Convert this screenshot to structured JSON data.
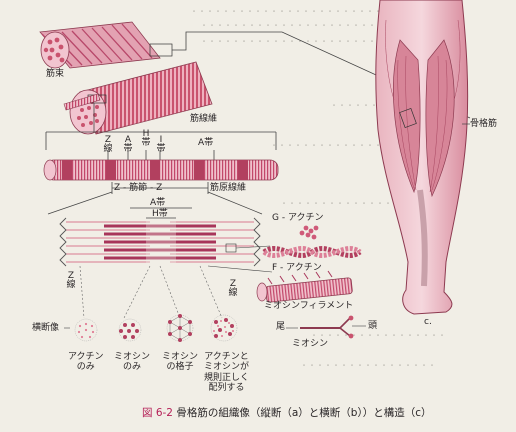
{
  "labels": {
    "bundle": "筋束",
    "fiber": "筋線維",
    "fibril": "筋原線維",
    "muscle": "骨格筋",
    "z_line_top": "Z線",
    "a_band_top": "A帯",
    "h_band_top": "H帯",
    "i_band_top": "I帯",
    "a_band_right": "A帯",
    "sarcomere": "Z - 筋節 - Z",
    "a_band_mid": "A帯",
    "h_band_mid": "H帯",
    "z_line_left": "Z線",
    "z_line_right": "Z線",
    "g_actin": "G - アクチン",
    "f_actin": "F - アクチン",
    "myosin_filament": "ミオシンフィラメント",
    "tail": "尾",
    "head": "頭",
    "myosin": "ミオシン",
    "cross_section": "横断像",
    "panel_c": "c."
  },
  "cross_sections": [
    "アクチン\nのみ",
    "ミオシン\nのみ",
    "ミオシン\nの格子",
    "アクチンと\nミオシンが\n規則正しく\n配列する"
  ],
  "caption": {
    "figure": "図 6-2",
    "text": "骨格筋の組織像（縦断（a）と横断（b））と構造（c）"
  },
  "colors": {
    "muscle_red": "#c9536e",
    "muscle_light": "#e8a6b5",
    "caption": "#b51f56",
    "ink": "#2a2628"
  }
}
